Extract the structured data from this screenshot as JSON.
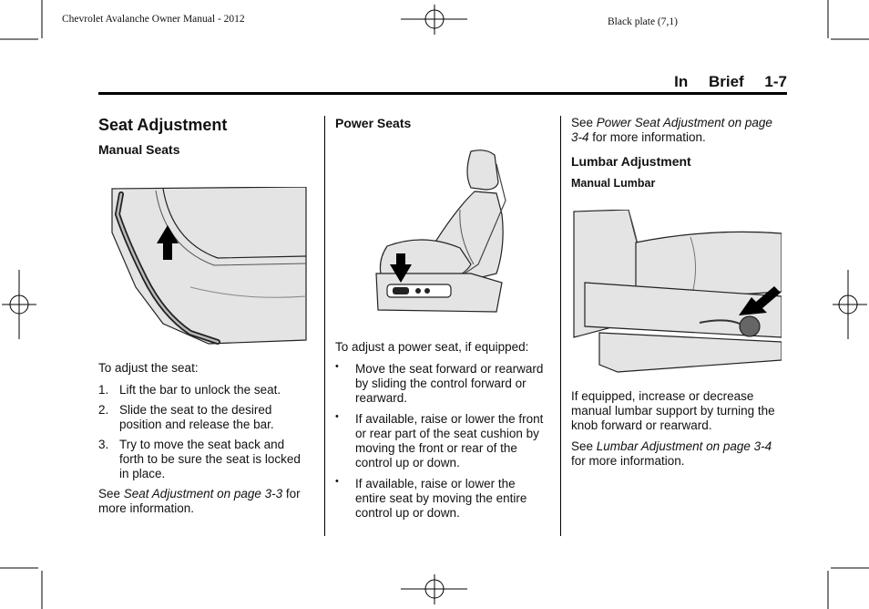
{
  "header": {
    "doc_title": "Chevrolet Avalanche Owner Manual - 2012",
    "plate": "Black plate (7,1)",
    "section": "In Brief",
    "page_number": "1-7"
  },
  "col1": {
    "title": "Seat Adjustment",
    "subtitle": "Manual Seats",
    "intro": "To adjust the seat:",
    "steps": [
      {
        "num": "1.",
        "text": "Lift the bar to unlock the seat."
      },
      {
        "num": "2.",
        "text": "Slide the seat to the desired position and release the bar."
      },
      {
        "num": "3.",
        "text": "Try to move the seat back and forth to be sure the seat is locked in place."
      }
    ],
    "see_prefix": "See ",
    "see_ref": "Seat Adjustment on page 3-3",
    "see_suffix": " for more information."
  },
  "col2": {
    "subtitle": "Power Seats",
    "intro": "To adjust a power seat, if equipped:",
    "bullets": [
      "Move the seat forward or rearward by sliding the control forward or rearward.",
      "If available, raise or lower the front or rear part of the seat cushion by moving the front or rear of the control up or down.",
      "If available, raise or lower the entire seat by moving the entire control up or down."
    ]
  },
  "col3": {
    "see_prefix": "See ",
    "see_ref": "Power Seat Adjustment on page 3-4",
    "see_suffix": " for more information.",
    "subtitle": "Lumbar Adjustment",
    "subsub": "Manual Lumbar",
    "para": "If equipped, increase or decrease manual lumbar support by turning the knob forward or rearward.",
    "see2_prefix": "See ",
    "see2_ref": "Lumbar Adjustment on page 3-4",
    "see2_suffix": " for more information."
  },
  "colors": {
    "text": "#111111",
    "illustration_fill": "#e4e4e4",
    "outline": "#222222"
  }
}
